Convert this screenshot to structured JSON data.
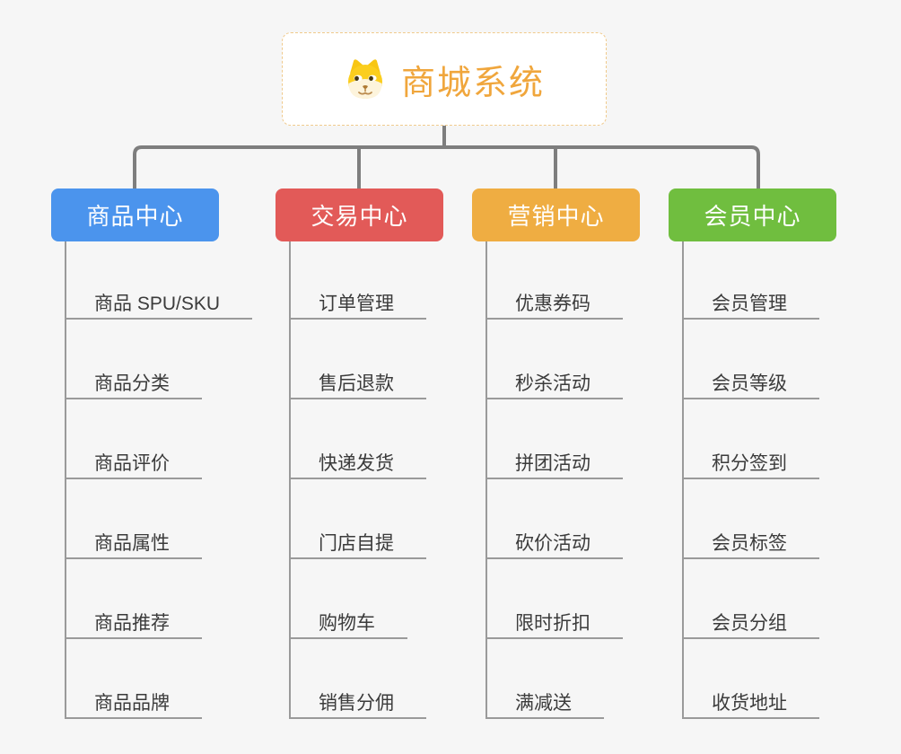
{
  "root": {
    "title": "商城系统",
    "icon": "shiba-dog-face-icon"
  },
  "palette": {
    "background": "#F6F6F6",
    "root_text": "#F0A63C",
    "root_border": "#F0CA8C",
    "connector": "#7E7E7E",
    "sub_connector": "#9A9A9A",
    "item_text": "#3B3B3B"
  },
  "branches": [
    {
      "label": "商品中心",
      "color": "#4B94ED",
      "items": [
        "商品 SPU/SKU",
        "商品分类",
        "商品评价",
        "商品属性",
        "商品推荐",
        "商品品牌"
      ]
    },
    {
      "label": "交易中心",
      "color": "#E25A58",
      "items": [
        "订单管理",
        "售后退款",
        "快递发货",
        "门店自提",
        "购物车",
        "销售分佣"
      ]
    },
    {
      "label": "营销中心",
      "color": "#EFAD42",
      "items": [
        "优惠券码",
        "秒杀活动",
        "拼团活动",
        "砍价活动",
        "限时折扣",
        "满减送"
      ]
    },
    {
      "label": "会员中心",
      "color": "#70BE3F",
      "items": [
        "会员管理",
        "会员等级",
        "积分签到",
        "会员标签",
        "会员分组",
        "收货地址"
      ]
    }
  ]
}
